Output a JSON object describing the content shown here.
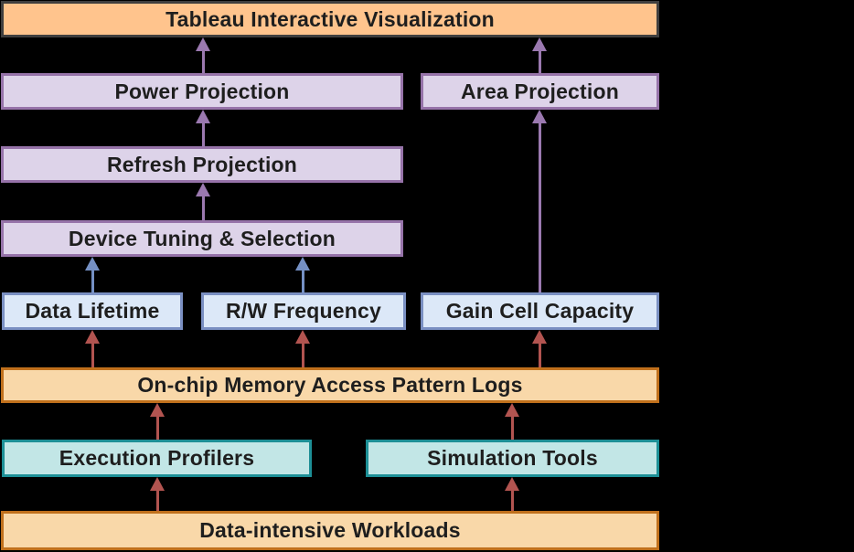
{
  "nodes": {
    "tableau": {
      "label": "Tableau Interactive Visualization"
    },
    "power": {
      "label": "Power Projection"
    },
    "area": {
      "label": "Area Projection"
    },
    "refresh": {
      "label": "Refresh Projection"
    },
    "device": {
      "label": "Device Tuning & Selection"
    },
    "data_lifetime": {
      "label": "Data Lifetime"
    },
    "rw_frequency": {
      "label": "R/W Frequency"
    },
    "gain_cell": {
      "label": "Gain Cell Capacity"
    },
    "onchip": {
      "label": "On-chip Memory Access Pattern Logs"
    },
    "execution": {
      "label": "Execution Profilers"
    },
    "simulation": {
      "label": "Simulation Tools"
    },
    "workloads": {
      "label": "Data-intensive Workloads"
    }
  },
  "edges": [
    {
      "from": "power",
      "to": "tableau",
      "color": "purple"
    },
    {
      "from": "refresh",
      "to": "power",
      "color": "purple"
    },
    {
      "from": "device",
      "to": "refresh",
      "color": "purple"
    },
    {
      "from": "area",
      "to": "tableau",
      "color": "purple"
    },
    {
      "from": "gain_cell",
      "to": "area",
      "color": "purple"
    },
    {
      "from": "data_lifetime",
      "to": "device",
      "color": "blue"
    },
    {
      "from": "rw_frequency",
      "to": "device",
      "color": "blue"
    },
    {
      "from": "onchip",
      "to": "data_lifetime",
      "color": "red"
    },
    {
      "from": "onchip",
      "to": "rw_frequency",
      "color": "red"
    },
    {
      "from": "onchip",
      "to": "gain_cell",
      "color": "red"
    },
    {
      "from": "execution",
      "to": "onchip",
      "color": "red"
    },
    {
      "from": "simulation",
      "to": "onchip",
      "color": "red"
    },
    {
      "from": "workloads",
      "to": "execution",
      "color": "red"
    },
    {
      "from": "workloads",
      "to": "simulation",
      "color": "red"
    }
  ],
  "colors": {
    "background": "#000000",
    "orange_fill": "#ffc48d",
    "orange_border": "#3f3f3f",
    "peach_fill": "#f9d8a9",
    "peach_border": "#c0701c",
    "lavender_fill": "#ddd3e9",
    "lavender_border": "#9673a9",
    "blue_fill": "#dce8f8",
    "blue_border": "#7a8fc2",
    "teal_fill": "#c2e6e6",
    "teal_border": "#1d8f96",
    "arrow_purple": "#9b79b0",
    "arrow_blue": "#7590c4",
    "arrow_red": "#b25450",
    "text": "#1e1e1e"
  }
}
